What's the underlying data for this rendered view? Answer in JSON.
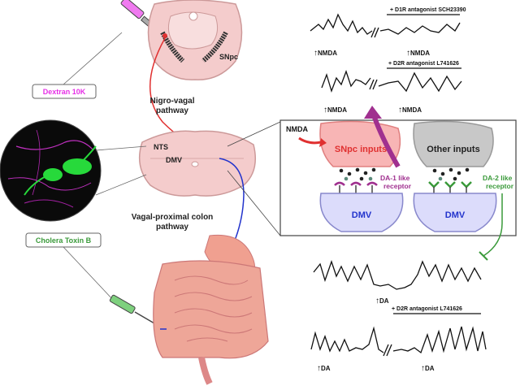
{
  "labels": {
    "snpc": "SNpc",
    "nigro_vagal": "Nigro-vagal",
    "pathway": "pathway",
    "nts": "NTS",
    "dmv": "DMV",
    "vagal_proximal": "Vagal-proximal colon",
    "pathway2": "pathway",
    "dextran": "Dextran 10K",
    "cholera": "Cholera Toxin B"
  },
  "traces": {
    "d1r_antagonist": "+ D1R antagonist SCH23390",
    "d2r_antagonist_top": "+ D2R antagonist L741626",
    "d2r_antagonist_bottom": "+ D2R antagonist L741626",
    "nmda": "NMDA",
    "da": "DA"
  },
  "synapse": {
    "nmda": "NMDA",
    "snpc_inputs": "SNpc inputs",
    "other_inputs": "Other inputs",
    "da1_line1": "DA-1 like",
    "da1_line2": "receptor",
    "da2_line1": "DA-2 like",
    "da2_line2": "receptor",
    "dmv_left": "DMV",
    "dmv_right": "DMV"
  },
  "colors": {
    "magenta": "#e62ee6",
    "green": "#3a9a3a",
    "red": "#e03030",
    "blue": "#2233cc",
    "purple": "#a0308f"
  }
}
